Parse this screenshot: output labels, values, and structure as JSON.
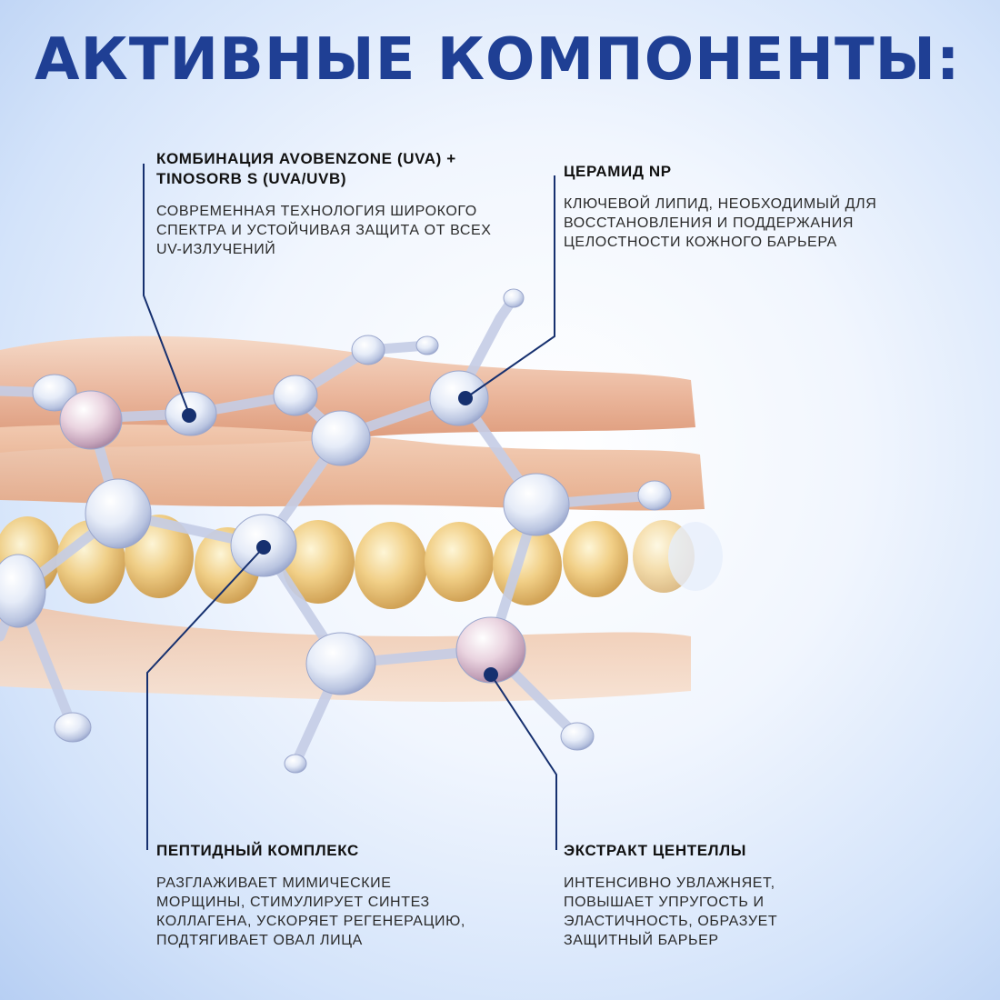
{
  "title": "АКТИВНЫЕ КОМПОНЕНТЫ:",
  "components": [
    {
      "title": "КОМБИНАЦИЯ AVOBENZONE (UVA) + TINOSORB S (UVA/UVB)",
      "description": "СОВРЕМЕННАЯ ТЕХНОЛОГИЯ ШИРОКОГО СПЕКТРА И УСТОЙЧИВАЯ ЗАЩИТА ОТ ВСЕХ UV-ИЗЛУЧЕНИЙ"
    },
    {
      "title": "ЦЕРАМИД NP",
      "description": "КЛЮЧЕВОЙ ЛИПИД, НЕОБХОДИМЫЙ ДЛЯ ВОССТАНОВЛЕНИЯ И ПОДДЕРЖАНИЯ ЦЕЛОСТНОСТИ КОЖНОГО БАРЬЕРА"
    },
    {
      "title": "ПЕПТИДНЫЙ КОМПЛЕКС",
      "description": "РАЗГЛАЖИВАЕТ МИМИЧЕСКИЕ МОРЩИНЫ, СТИМУЛИРУЕТ СИНТЕЗ КОЛЛАГЕНА, УСКОРЯЕТ РЕГЕНЕРАЦИЮ, ПОДТЯГИВАЕТ ОВАЛ ЛИЦА"
    },
    {
      "title": "ЭКСТРАКТ ЦЕНТЕЛЛЫ",
      "description": "ИНТЕНСИВНО УВЛАЖНЯЕТ, ПОВЫШАЕТ УПРУГОСТЬ И ЭЛАСТИЧНОСТЬ, ОБРАЗУЕТ ЗАЩИТНЫЙ БАРЬЕР"
    }
  ],
  "colors": {
    "accent": "#1f3f94",
    "leader_line": "#16306f",
    "background_light": "#ffffff",
    "background_edge": "#b7cff3"
  }
}
